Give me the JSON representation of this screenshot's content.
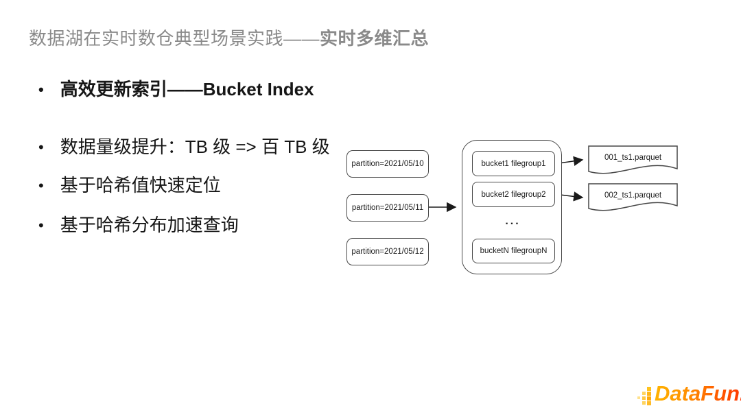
{
  "slide": {
    "title": {
      "prefix": "数据湖在实时数仓典型场景实践——",
      "emphasis": "实时多维汇总"
    },
    "bullet_marker": "•",
    "bullets": {
      "heading": "高效更新索引——Bucket Index",
      "items": [
        "数据量级提升：TB 级 => 百 TB 级",
        "基于哈希值快速定位",
        "基于哈希分布加速查询"
      ]
    },
    "diagram": {
      "partitions": [
        "partition=2021/05/10",
        "partition=2021/05/11",
        "partition=2021/05/12"
      ],
      "buckets": [
        "bucket1 filegroup1",
        "bucket2 filegroup2",
        "bucketN filegroupN"
      ],
      "ellipsis": "...",
      "files": [
        "001_ts1.parquet",
        "002_ts1.parquet"
      ]
    },
    "footer": {
      "logo_text": "DataFun."
    },
    "colors": {
      "title_gray": "#8a8a8a",
      "body_black": "#161616",
      "diagram_stroke": "#474747",
      "arrow_black": "#1a1a1a",
      "logo_gradient_start": "#ffb400",
      "logo_gradient_end": "#ff3000"
    }
  }
}
